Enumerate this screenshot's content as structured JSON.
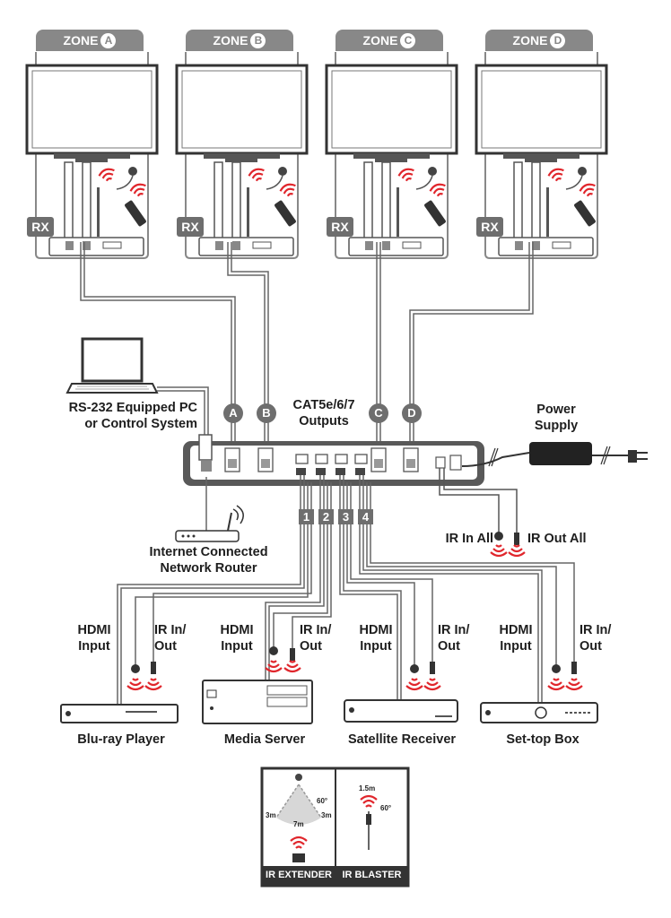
{
  "zones": [
    {
      "prefix": "ZONE",
      "letter": "A",
      "rx": "RX"
    },
    {
      "prefix": "ZONE",
      "letter": "B",
      "rx": "RX"
    },
    {
      "prefix": "ZONE",
      "letter": "C",
      "rx": "RX"
    },
    {
      "prefix": "ZONE",
      "letter": "D",
      "rx": "RX"
    }
  ],
  "outputs": {
    "ports": [
      "A",
      "B",
      "C",
      "D"
    ],
    "label_line1": "CAT5e/6/7",
    "label_line2": "Outputs"
  },
  "pc": {
    "line1": "RS-232 Equipped PC",
    "line2": "or Control System"
  },
  "router": {
    "line1": "Internet Connected",
    "line2": "Network Router"
  },
  "power": {
    "line1": "Power",
    "line2": "Supply"
  },
  "ir_all": {
    "in": "IR In All",
    "out": "IR Out All"
  },
  "inputs": {
    "numbers": [
      "1",
      "2",
      "3",
      "4"
    ]
  },
  "sources": [
    {
      "hdmi1": "HDMI",
      "hdmi2": "Input",
      "ir1": "IR In/",
      "ir2": "Out",
      "device": "Blu-ray Player"
    },
    {
      "hdmi1": "HDMI",
      "hdmi2": "Input",
      "ir1": "IR In/",
      "ir2": "Out",
      "device": "Media Server"
    },
    {
      "hdmi1": "HDMI",
      "hdmi2": "Input",
      "ir1": "IR In/",
      "ir2": "Out",
      "device": "Satellite Receiver"
    },
    {
      "hdmi1": "HDMI",
      "hdmi2": "Input",
      "ir1": "IR In/",
      "ir2": "Out",
      "device": "Set-top Box"
    }
  ],
  "inset": {
    "extender_label": "IR EXTENDER",
    "blaster_label": "IR BLASTER",
    "extender_left": "3m",
    "extender_right": "3m",
    "extender_center": "7m",
    "extender_angle": "60°",
    "blaster_distance": "1.5m",
    "blaster_angle": "60°"
  },
  "colors": {
    "ir_red": "#e0262c",
    "gray_dark": "#6e6e6e",
    "gray_mid": "#888888",
    "line": "#555555"
  }
}
